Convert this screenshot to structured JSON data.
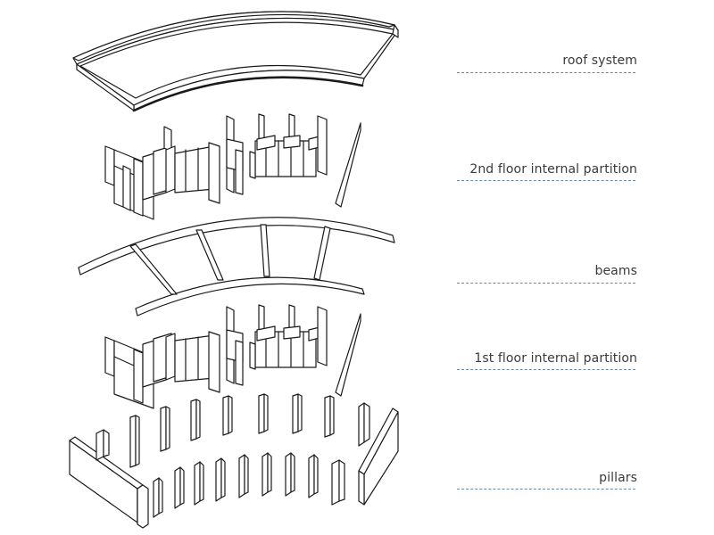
{
  "layers": [
    {
      "id": "roof",
      "label": "roof system"
    },
    {
      "id": "partition2",
      "label": "2nd floor internal partition"
    },
    {
      "id": "beams",
      "label": "beams"
    },
    {
      "id": "partition1",
      "label": "1st floor internal partition"
    },
    {
      "id": "pillars",
      "label": "pillars"
    }
  ],
  "colors": {
    "stroke": "#1a1a1a",
    "fill": "#ffffff",
    "leader": "#6f88a4",
    "text": "#3a3a3a"
  }
}
